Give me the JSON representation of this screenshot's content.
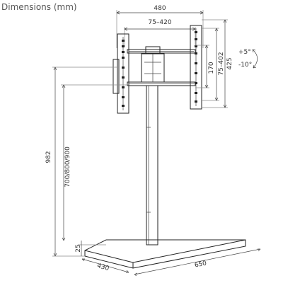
{
  "title": "Dimensions (mm)",
  "dimensions": {
    "width_total": "480",
    "width_vesa": "75–420",
    "height_vesa": "75–402",
    "height_total_bracket": "425",
    "mid_gap": "170",
    "overall_height": "982",
    "screen_center_height": "700/800/900",
    "base_thickness": "25",
    "base_depth": "430",
    "base_width": "650"
  },
  "tilt": {
    "up": "+5°",
    "down": "-10°"
  }
}
